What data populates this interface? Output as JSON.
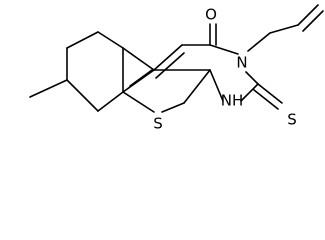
{
  "molecule": {
    "atom_labels": {
      "oxygen": "O",
      "n3": "N",
      "nh": "NH",
      "thione_sulfur": "S",
      "thiophene_sulfur": "S"
    }
  }
}
